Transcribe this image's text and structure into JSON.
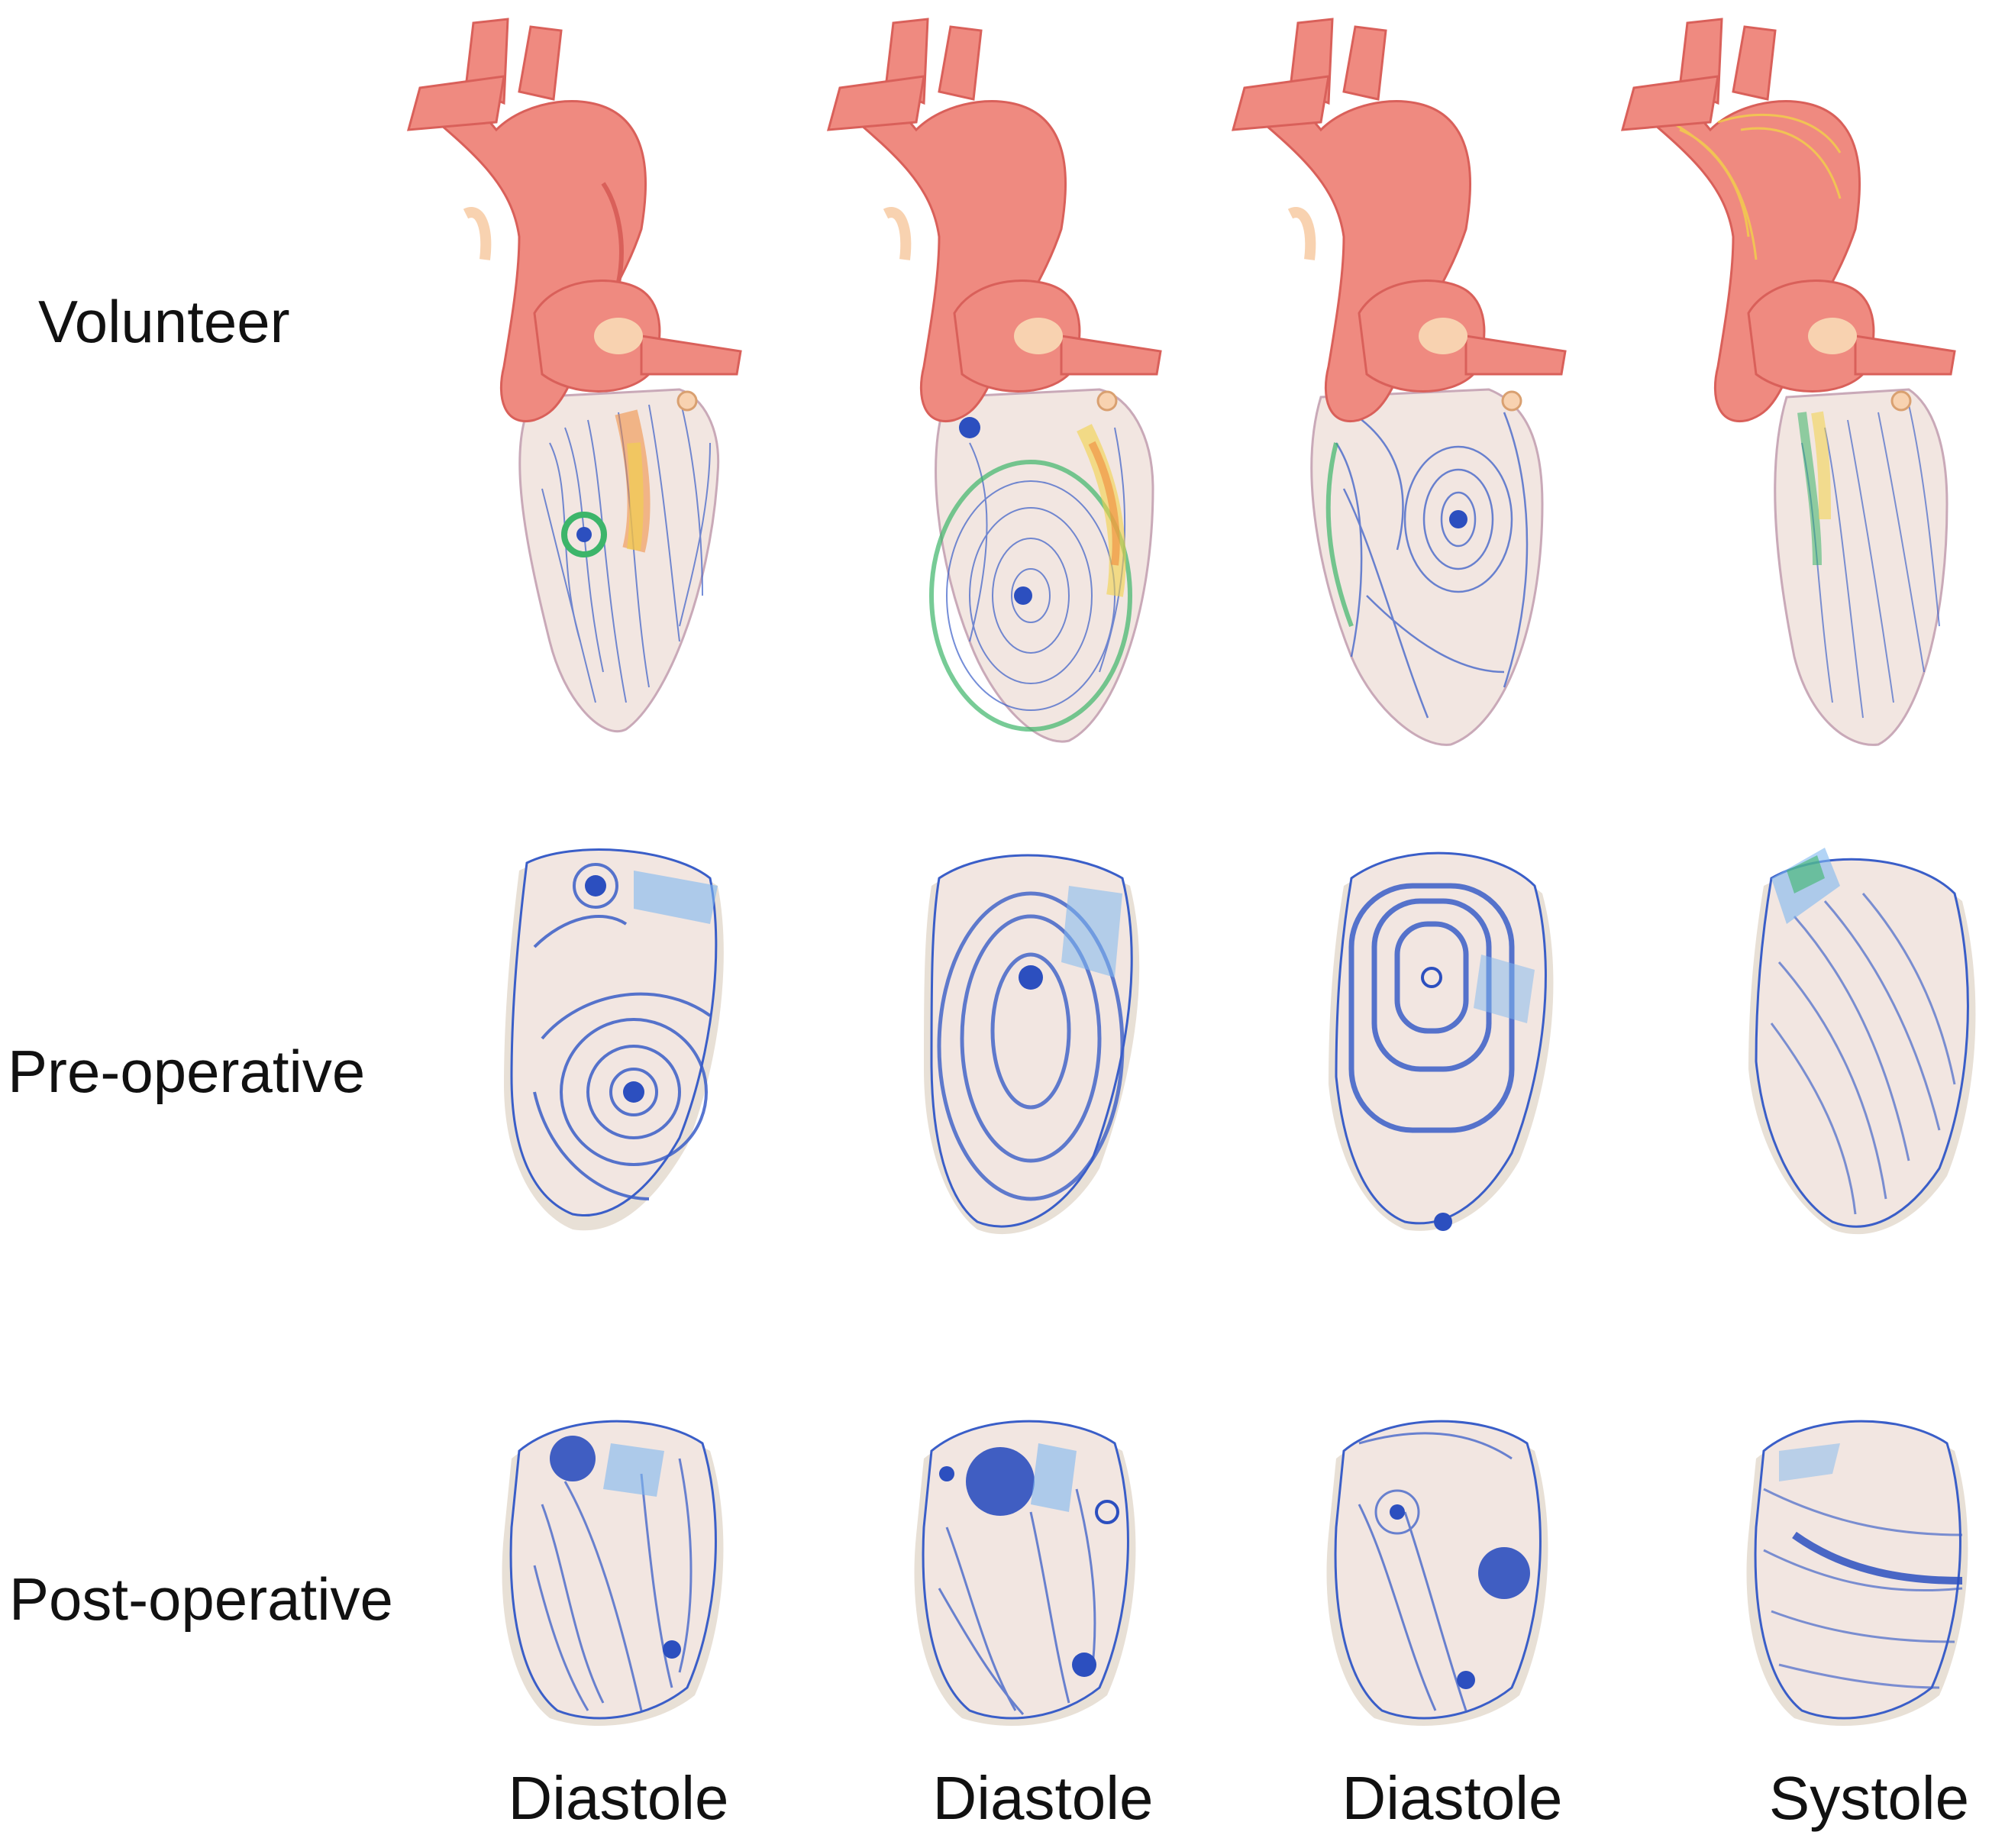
{
  "rows": [
    "Volunteer",
    "Pre-operative",
    "Post-operative"
  ],
  "columns": [
    "Diastole",
    "Diastole",
    "Diastole",
    "Systole"
  ],
  "colors": {
    "aorta": "#ef8a80",
    "aorta_shadow": "#d9605a",
    "aorta_highlight": "#f8d2b0",
    "ventricle_bg": "#f2e6e1",
    "shadow_bg": "#e8e0d6",
    "streamline": "#3a5ec8",
    "vortex": "#2c4fbf",
    "jet": "#7fb8f0",
    "hot": "#f08a3c",
    "warm": "#f2d24a",
    "green": "#3db56a"
  },
  "icons": [
    "heart-aorta-illustration",
    "streamline-vortex-icon"
  ]
}
